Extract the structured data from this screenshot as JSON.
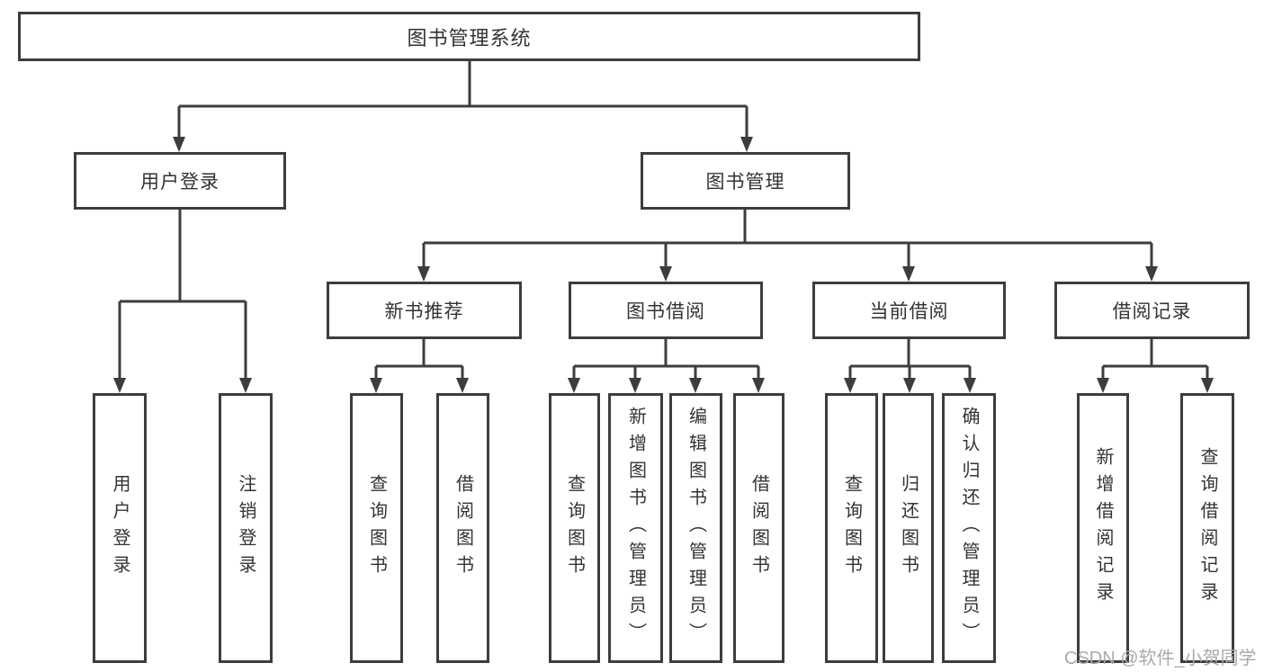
{
  "diagram": {
    "root": {
      "label": "图书管理系统"
    },
    "branches": [
      {
        "label": "用户登录",
        "children": [
          {
            "label": "用户登录"
          },
          {
            "label": "注销登录"
          }
        ]
      },
      {
        "label": "图书管理",
        "children": [
          {
            "label": "新书推荐",
            "children": [
              {
                "label": "查询图书"
              },
              {
                "label": "借阅图书"
              }
            ]
          },
          {
            "label": "图书借阅",
            "children": [
              {
                "label": "查询图书"
              },
              {
                "label": "新增图书（管理员）"
              },
              {
                "label": "编辑图书（管理员）"
              },
              {
                "label": "借阅图书"
              }
            ]
          },
          {
            "label": "当前借阅",
            "children": [
              {
                "label": "查询图书"
              },
              {
                "label": "归还图书"
              },
              {
                "label": "确认归还（管理员）"
              }
            ]
          },
          {
            "label": "借阅记录",
            "children": [
              {
                "label": "新增借阅记录"
              },
              {
                "label": "查询借阅记录"
              }
            ]
          }
        ]
      }
    ]
  },
  "watermark": {
    "text": "CSDN @软件_小贺同学"
  },
  "colors": {
    "line": "#3d3d3d",
    "text": "#333333",
    "watermark": "#a9a9a9",
    "background": "#ffffff"
  }
}
